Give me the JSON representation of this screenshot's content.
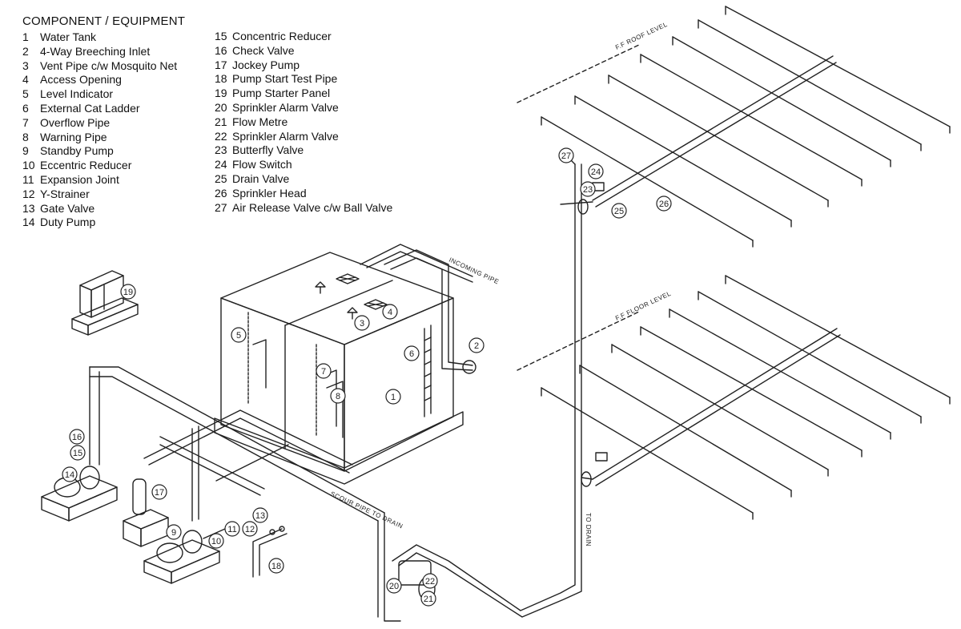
{
  "legend": {
    "title": "COMPONENT / EQUIPMENT",
    "items": [
      {
        "num": "1",
        "label": "Water Tank"
      },
      {
        "num": "2",
        "label": "4-Way Breeching Inlet"
      },
      {
        "num": "3",
        "label": "Vent Pipe c/w Mosquito Net"
      },
      {
        "num": "4",
        "label": "Access Opening"
      },
      {
        "num": "5",
        "label": "Level Indicator"
      },
      {
        "num": "6",
        "label": "External Cat Ladder"
      },
      {
        "num": "7",
        "label": "Overflow Pipe"
      },
      {
        "num": "8",
        "label": "Warning Pipe"
      },
      {
        "num": "9",
        "label": "Standby Pump"
      },
      {
        "num": "10",
        "label": "Eccentric Reducer"
      },
      {
        "num": "11",
        "label": "Expansion Joint"
      },
      {
        "num": "12",
        "label": "Y-Strainer"
      },
      {
        "num": "13",
        "label": "Gate Valve"
      },
      {
        "num": "14",
        "label": "Duty Pump"
      },
      {
        "num": "15",
        "label": "Concentric Reducer"
      },
      {
        "num": "16",
        "label": "Check Valve"
      },
      {
        "num": "17",
        "label": "Jockey Pump"
      },
      {
        "num": "18",
        "label": "Pump Start Test Pipe"
      },
      {
        "num": "19",
        "label": "Pump Starter Panel"
      },
      {
        "num": "20",
        "label": "Sprinkler Alarm Valve"
      },
      {
        "num": "21",
        "label": "Flow Metre"
      },
      {
        "num": "22",
        "label": "Sprinkler Alarm Valve"
      },
      {
        "num": "23",
        "label": "Butterfly Valve"
      },
      {
        "num": "24",
        "label": "Flow Switch"
      },
      {
        "num": "25",
        "label": "Drain Valve"
      },
      {
        "num": "26",
        "label": "Sprinkler Head"
      },
      {
        "num": "27",
        "label": "Air Release Valve c/w Ball Valve"
      }
    ]
  },
  "annotations": {
    "roof_level": "F.F ROOF LEVEL",
    "floor_level": "F.F FLOOR LEVEL",
    "incoming_pipe": "INCOMING PIPE",
    "scour_pipe": "SCOUR PIPE TO DRAIN",
    "to_drain": "TO DRAIN"
  },
  "callouts": [
    "1",
    "2",
    "3",
    "4",
    "5",
    "6",
    "7",
    "8",
    "9",
    "10",
    "11",
    "12",
    "13",
    "14",
    "15",
    "16",
    "17",
    "18",
    "19",
    "20",
    "21",
    "22",
    "23",
    "24",
    "25",
    "26",
    "27"
  ]
}
